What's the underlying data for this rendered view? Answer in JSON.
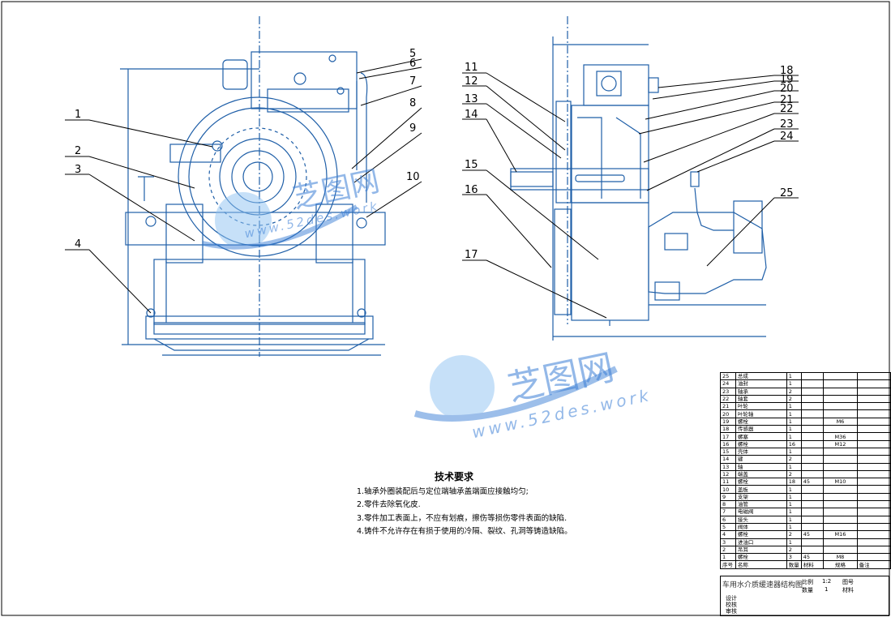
{
  "callouts": [
    "1",
    "2",
    "3",
    "4",
    "5",
    "6",
    "7",
    "8",
    "9",
    "10",
    "11",
    "12",
    "13",
    "14",
    "15",
    "16",
    "17",
    "18",
    "19",
    "20",
    "21",
    "22",
    "23",
    "24",
    "25"
  ],
  "tech_requirements": {
    "title": "技术要求",
    "items": [
      "1.轴承外圈装配后与定位端轴承盖端面应接触均匀;",
      "2.零件去除氧化皮.",
      "3.零件加工表面上，不应有划痕，擦伤等损伤零件表面的缺陷.",
      "4.铸件不允许存在有损于使用的冷隔、裂纹、孔洞等铸造缺陷。"
    ]
  },
  "watermark": {
    "brand": "芝图网",
    "url": "www.52des.work"
  },
  "bom": {
    "rows": [
      {
        "no": "25",
        "name": "总成",
        "qty": "1",
        "a": "",
        "b": "",
        "c": ""
      },
      {
        "no": "24",
        "name": "油封",
        "qty": "1",
        "a": "",
        "b": "",
        "c": ""
      },
      {
        "no": "23",
        "name": "轴承",
        "qty": "2",
        "a": "",
        "b": "",
        "c": ""
      },
      {
        "no": "22",
        "name": "轴套",
        "qty": "2",
        "a": "",
        "b": "",
        "c": ""
      },
      {
        "no": "21",
        "name": "叶轮",
        "qty": "1",
        "a": "",
        "b": "",
        "c": ""
      },
      {
        "no": "20",
        "name": "叶轮轴",
        "qty": "1",
        "a": "",
        "b": "",
        "c": ""
      },
      {
        "no": "19",
        "name": "螺栓",
        "qty": "1",
        "a": "",
        "b": "M6",
        "c": ""
      },
      {
        "no": "18",
        "name": "传感器",
        "qty": "1",
        "a": "",
        "b": "",
        "c": ""
      },
      {
        "no": "17",
        "name": "螺塞",
        "qty": "1",
        "a": "",
        "b": "M36",
        "c": ""
      },
      {
        "no": "16",
        "name": "螺栓",
        "qty": "16",
        "a": "",
        "b": "M12",
        "c": ""
      },
      {
        "no": "15",
        "name": "壳体",
        "qty": "1",
        "a": "",
        "b": "",
        "c": ""
      },
      {
        "no": "14",
        "name": "键",
        "qty": "2",
        "a": "",
        "b": "",
        "c": ""
      },
      {
        "no": "13",
        "name": "轴",
        "qty": "1",
        "a": "",
        "b": "",
        "c": ""
      },
      {
        "no": "12",
        "name": "端盖",
        "qty": "2",
        "a": "",
        "b": "",
        "c": ""
      },
      {
        "no": "11",
        "name": "螺栓",
        "qty": "18",
        "a": "45",
        "b": "M10",
        "c": ""
      },
      {
        "no": "10",
        "name": "盖板",
        "qty": "1",
        "a": "",
        "b": "",
        "c": ""
      },
      {
        "no": "9",
        "name": "支架",
        "qty": "1",
        "a": "",
        "b": "",
        "c": ""
      },
      {
        "no": "8",
        "name": "油管",
        "qty": "1",
        "a": "",
        "b": "",
        "c": ""
      },
      {
        "no": "7",
        "name": "电磁阀",
        "qty": "1",
        "a": "",
        "b": "",
        "c": ""
      },
      {
        "no": "6",
        "name": "接头",
        "qty": "1",
        "a": "",
        "b": "",
        "c": ""
      },
      {
        "no": "5",
        "name": "阀体",
        "qty": "1",
        "a": "",
        "b": "",
        "c": ""
      },
      {
        "no": "4",
        "name": "螺栓",
        "qty": "2",
        "a": "45",
        "b": "M16",
        "c": ""
      },
      {
        "no": "3",
        "name": "进油口",
        "qty": "1",
        "a": "",
        "b": "",
        "c": ""
      },
      {
        "no": "2",
        "name": "吊耳",
        "qty": "2",
        "a": "",
        "b": "",
        "c": ""
      },
      {
        "no": "1",
        "name": "螺栓",
        "qty": "3",
        "a": "45",
        "b": "M8",
        "c": ""
      }
    ],
    "header": {
      "no": "序号",
      "name": "名称",
      "qty": "数量",
      "a": "材料",
      "b": "规格",
      "c": "备注"
    }
  },
  "title_block": {
    "name": "车用水介质缓速器结构图",
    "scale_label": "比例",
    "scale": "1:2",
    "drawing_no_label": "图号",
    "qty_label": "数量",
    "qty": "1",
    "material_label": "材料",
    "design_label": "设计",
    "check_label": "校核",
    "audit_label": "审核"
  }
}
